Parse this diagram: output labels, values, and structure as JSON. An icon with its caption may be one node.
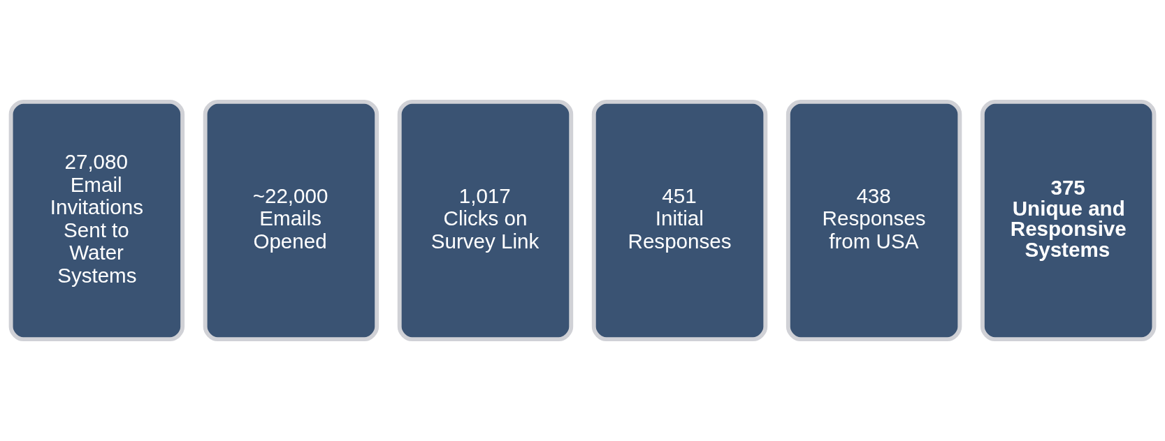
{
  "diagram": {
    "nodes": [
      {
        "text": [
          "27,080",
          "Email Invitations Sent to Water Systems"
        ]
      },
      {
        "text": [
          "~22,000",
          "Emails Opened"
        ]
      },
      {
        "text": [
          "1,017",
          "Clicks on Survey Link"
        ]
      },
      {
        "text": [
          "451",
          "Initial Responses"
        ]
      },
      {
        "text": [
          "438",
          "Responses from USA"
        ]
      },
      {
        "text": [
          "375",
          "Unique and Responsive Systems"
        ]
      }
    ]
  }
}
